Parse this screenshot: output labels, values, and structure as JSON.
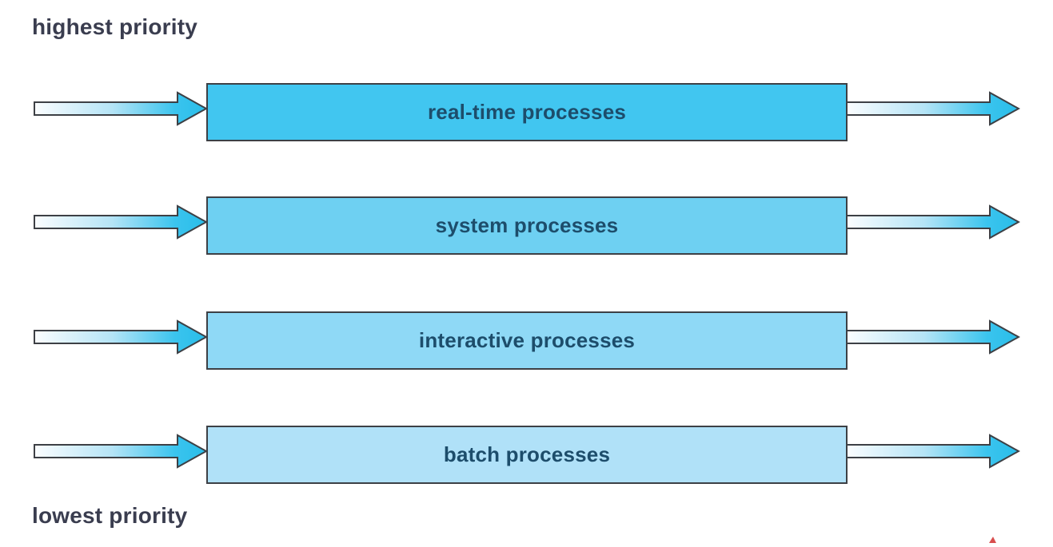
{
  "diagram": {
    "top_label": "highest priority",
    "bottom_label": "lowest priority",
    "queues": [
      {
        "label": "real-time processes",
        "fill": "#41c6f0"
      },
      {
        "label": "system processes",
        "fill": "#6ed0f2"
      },
      {
        "label": "interactive processes",
        "fill": "#8fd9f6"
      },
      {
        "label": "batch processes",
        "fill": "#b0e1f8"
      }
    ],
    "icons": {
      "inbound": "right-arrow",
      "outbound": "right-arrow"
    },
    "colors": {
      "outline": "#3d4045",
      "queue_text": "#1d4d6b",
      "priority_text": "#3a3d4f",
      "arrow_tail": "#fbfdff",
      "arrow_mid": "#b5e4f6",
      "arrow_tip": "#29bde9",
      "background": "#ffffff",
      "artifact": "#d43b3b"
    }
  }
}
